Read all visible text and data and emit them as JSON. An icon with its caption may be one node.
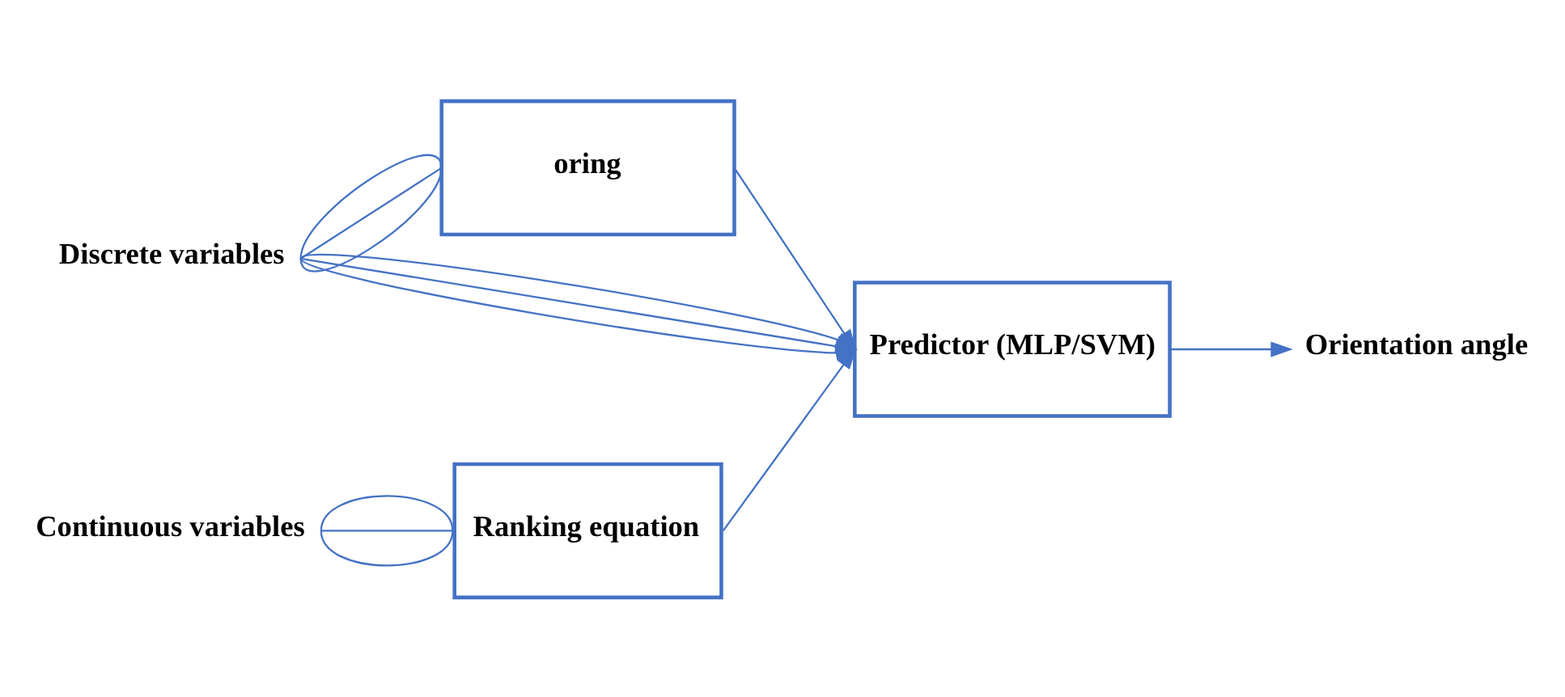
{
  "diagram": {
    "nodes": [
      {
        "text": [
          "Discrete variables"
        ]
      },
      {
        "text": [
          "oring"
        ]
      },
      {
        "text": [
          "Predictor (MLP/SVM)"
        ]
      },
      {
        "text": [
          "Orientation angle"
        ]
      },
      {
        "text": [
          "Continuous variables"
        ]
      },
      {
        "text": [
          "Ranking equation"
        ]
      }
    ],
    "edges": [
      {
        "from": 0,
        "to": 1,
        "arrow": "none"
      },
      {
        "from": 0,
        "to": 1,
        "arrow": "none"
      },
      {
        "from": 0,
        "to": 1,
        "arrow": "none"
      },
      {
        "from": 1,
        "to": 2,
        "arrow": "to"
      },
      {
        "from": 0,
        "to": 2,
        "arrow": "to"
      },
      {
        "from": 0,
        "to": 2,
        "arrow": "to"
      },
      {
        "from": 0,
        "to": 2,
        "arrow": "to"
      },
      {
        "from": 5,
        "to": 2,
        "arrow": "to"
      },
      {
        "from": 2,
        "to": 3,
        "arrow": "to"
      },
      {
        "from": 4,
        "to": 5,
        "arrow": "none"
      },
      {
        "from": 4,
        "to": 5,
        "arrow": "none"
      },
      {
        "from": 4,
        "to": 5,
        "arrow": "none"
      }
    ]
  }
}
